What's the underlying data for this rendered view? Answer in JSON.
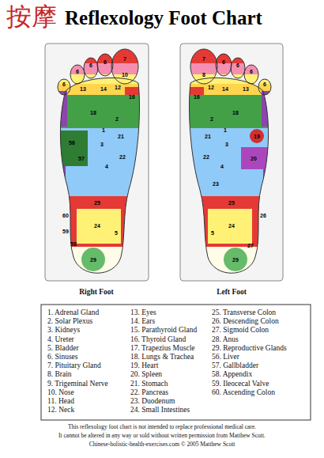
{
  "diagram": {
    "title": "Reflexology Foot Chart",
    "labels": [
      "按摩",
      "Right Foot",
      "Left Foot",
      "6",
      "6",
      "6",
      "6",
      "7",
      "10",
      "13",
      "14",
      "16",
      "12",
      "18",
      "56",
      "57",
      "1",
      "2",
      "3",
      "21",
      "22",
      "4",
      "60",
      "59",
      "58",
      "24",
      "25",
      "5",
      "29",
      "6",
      "6",
      "6",
      "6",
      "7",
      "8",
      "13",
      "14",
      "16",
      "12",
      "18",
      "19",
      "20",
      "1",
      "2",
      "3",
      "21",
      "22",
      "4",
      "23",
      "26",
      "27",
      "24",
      "25",
      "5",
      "29",
      "1. Adrenal Gland",
      "2. Solar Plexus",
      "3. Kidneys",
      "4. Ureter",
      "5. Bladder",
      "6. Sinuses",
      "7. Pituitary Gland",
      "8. Brain",
      "9. Trigeminal Nerve",
      "10. Nose",
      "11. Head",
      "12. Neck",
      "13. Eyes",
      "14. Ears",
      "15. Parathyroid Gland",
      "16. Thyroid Gland",
      "17. Trapezius Muscle",
      "18. Lungs & Trachea",
      "19. Heart",
      "20. Spleen",
      "21. Stomach",
      "22. Pancreas",
      "23. Duodenum",
      "24. Small Intestines",
      "25. Transverse Colon",
      "26. Descending Colon",
      "27. Sigmoid Colon",
      "28. Anus",
      "29. Reproductive Glands",
      "56. Liver",
      "57. Gallbladder",
      "58. Appendix",
      "59. Ileocecal Valve",
      "60. Ascending Colon",
      "This reflexology foot chart is not intended to replace professional medical care.",
      "It cannot be altered in any way or sold without written permission from Matthew Scott.",
      "Chinese-holistic-health-exercises.com © 2005 Matthew Scott"
    ]
  }
}
